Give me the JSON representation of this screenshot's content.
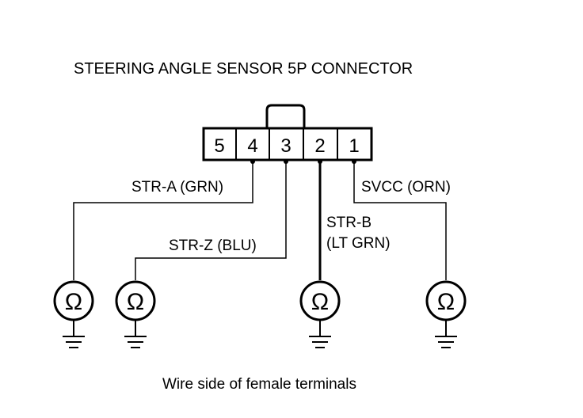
{
  "title": "STEERING ANGLE SENSOR 5P CONNECTOR",
  "connector": {
    "pins": [
      "5",
      "4",
      "3",
      "2",
      "1"
    ]
  },
  "wires": {
    "str_a": "STR-A (GRN)",
    "str_z": "STR-Z (BLU)",
    "str_b_line1": "STR-B",
    "str_b_line2": "(LT GRN)",
    "svcc": "SVCC (ORN)"
  },
  "meter_symbol": "Ω",
  "caption": "Wire side of female terminals",
  "icons": {
    "meter": "ohmmeter-icon",
    "ground": "ground-icon"
  }
}
